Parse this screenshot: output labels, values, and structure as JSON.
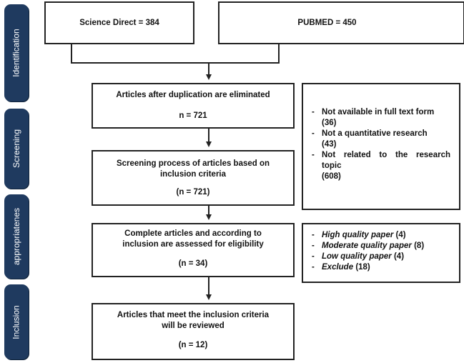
{
  "stages": [
    {
      "label": "Identification"
    },
    {
      "label": "Screening"
    },
    {
      "label": "appropriatenes"
    },
    {
      "label": "Inclusion"
    }
  ],
  "sources": {
    "science_direct": "Science Direct = 384",
    "pubmed": "PUBMED = 450"
  },
  "steps": {
    "dedup": {
      "line1": "Articles after duplication are eliminated",
      "count": "n = 721"
    },
    "screening": {
      "line1": "Screening process of articles based on",
      "line2": "inclusion criteria",
      "count": "(n = 721)"
    },
    "eligibility": {
      "line1": "Complete articles and according to",
      "line2": "inclusion are assessed for eligibility",
      "count": "(n = 34)"
    },
    "included": {
      "line1": "Articles that meet the inclusion criteria",
      "line2": "will be reviewed",
      "count": "(n = 12)"
    }
  },
  "exclusions": {
    "items": [
      {
        "dash": "-",
        "text": "Not available in full text form",
        "count": "(36)"
      },
      {
        "dash": "-",
        "text": "Not a quantitative research",
        "count": "(43)"
      },
      {
        "dash": "-",
        "text_line1": "Not related to the research",
        "text_line2": "topic",
        "count": "(608)"
      }
    ]
  },
  "quality": {
    "items": [
      {
        "dash": "-",
        "label": "High quality paper",
        "count": "(4)"
      },
      {
        "dash": "-",
        "label": "Moderate quality paper",
        "count": "(8)"
      },
      {
        "dash": "-",
        "label": "Low quality paper",
        "count": "(4)"
      },
      {
        "dash": "-",
        "label": "Exclude",
        "count": "(18)"
      }
    ]
  },
  "colors": {
    "stage_tab": "#1f3a5f",
    "border": "#222222"
  }
}
